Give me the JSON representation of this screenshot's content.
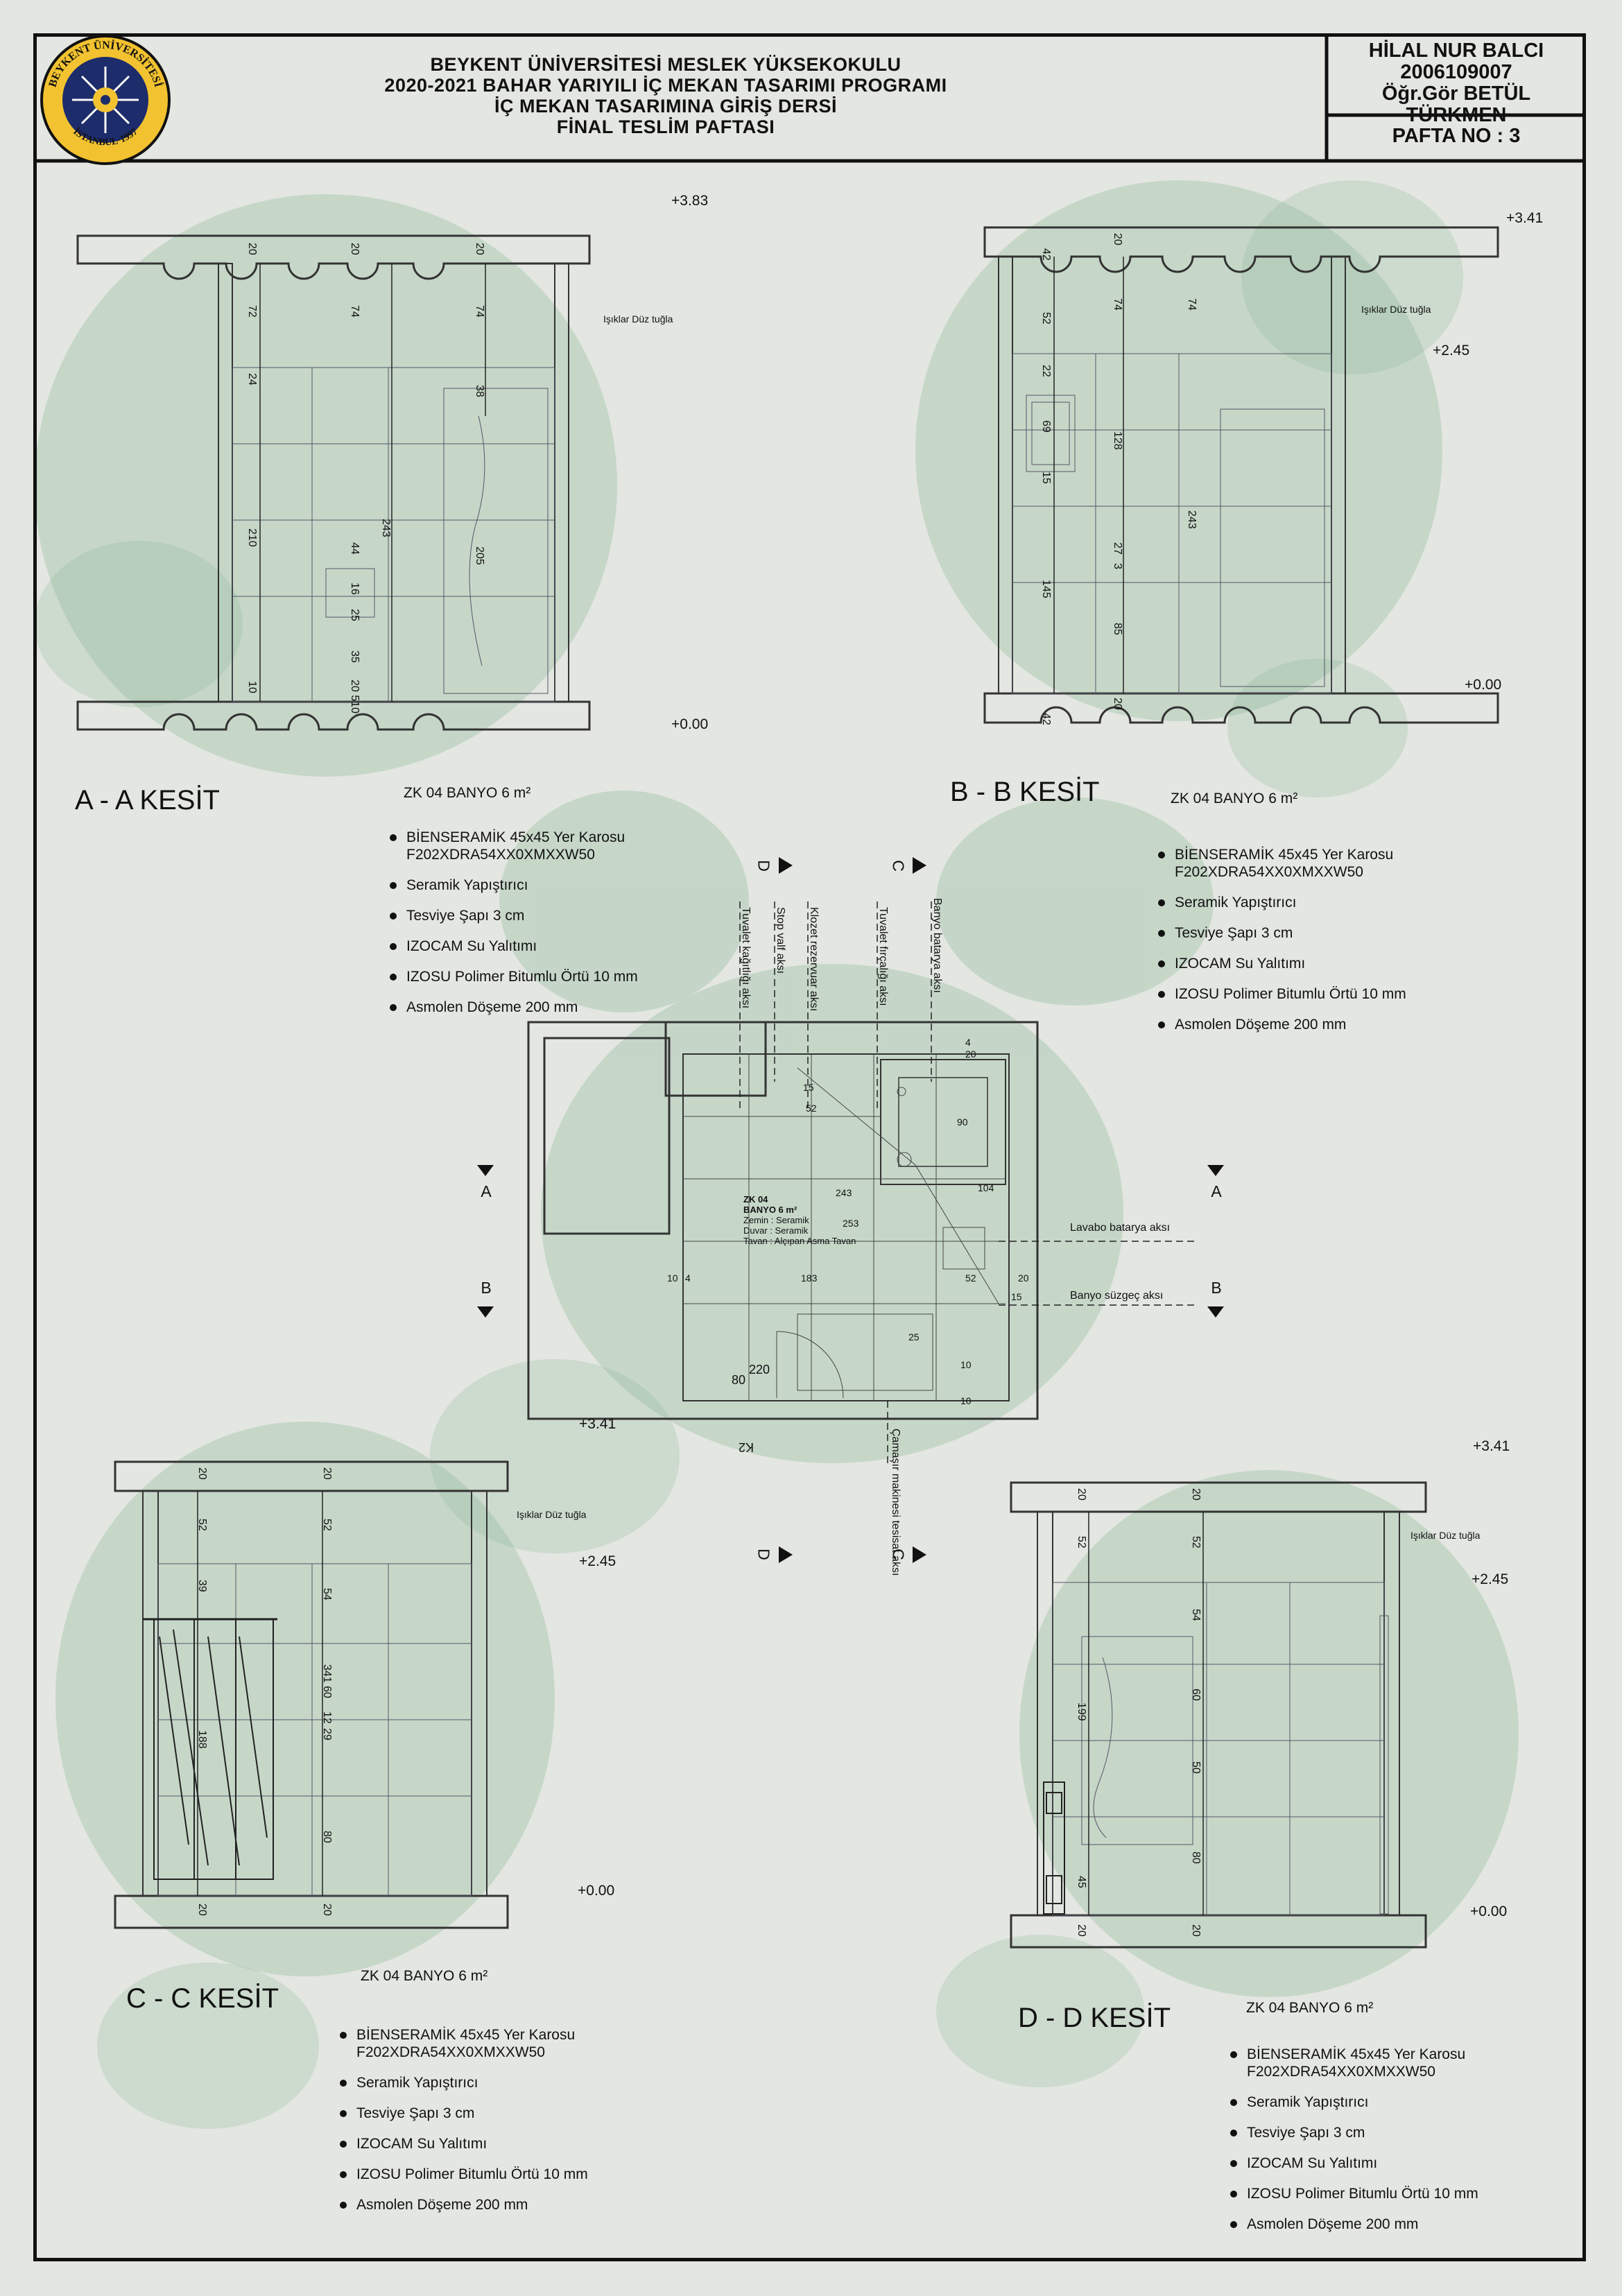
{
  "header": {
    "title_lines": [
      "BEYKENT ÜNİVERSİTESİ MESLEK YÜKSEKOKULU",
      "2020-2021 BAHAR YARIYILI İÇ MEKAN TASARIMI PROGRAMI",
      "İÇ MEKAN TASARIMINA GİRİŞ DERSİ",
      "FİNAL TESLİM PAFTASI"
    ],
    "logo_text": "BEYKENT ÜNİVERSİTESİ İSTANBUL·1997",
    "student_name": "HİLAL NUR BALCI",
    "student_no": "2006109007",
    "instructor": "Öğr.Gör BETÜL TÜRKMEN",
    "pafta": "PAFTA NO : 3"
  },
  "room_label": "ZK 04 BANYO 6 m²",
  "materials": [
    "BİENSERAMİK 45x45 Yer Karosu\nF202XDRA54XX0XMXXW50",
    "Seramik Yapıştırıcı",
    "Tesviye Şapı 3 cm",
    "IZOCAM Su Yalıtımı",
    "IZOSU Polimer Bitumlu Örtü 10 mm",
    "Asmolen Döşeme 200 mm"
  ],
  "sections": {
    "aa": {
      "title": "A - A KESİT",
      "top_level": "+3.83",
      "bottom_level": "+0.00",
      "brick_note": "Işıklar Düz tuğla",
      "dims": [
        "20",
        "20",
        "20",
        "72",
        "74",
        "74",
        "24",
        "38",
        "210",
        "243",
        "44",
        "205",
        "25",
        "16",
        "35",
        "10",
        "20 510"
      ]
    },
    "bb": {
      "title": "B - B KESİT",
      "top_level": "+3.41",
      "mid_level": "+2.45",
      "bottom_level": "+0.00",
      "brick_note": "Işıklar Düz tuğla",
      "dims": [
        "42",
        "20",
        "52",
        "74",
        "74",
        "22",
        "69",
        "128",
        "15",
        "243",
        "27",
        "3",
        "145",
        "85",
        "20",
        "42"
      ]
    },
    "cc": {
      "title": "C - C KESİT",
      "top_level": "+3.41",
      "mid_level": "+2.45",
      "bottom_level": "+0.00",
      "brick_note": "Işıklar Düz tuğla",
      "dims": [
        "20",
        "20",
        "52",
        "52",
        "39",
        "54",
        "341 60",
        "188",
        "12",
        "29",
        "80",
        "20",
        "20"
      ]
    },
    "dd": {
      "title": "D - D KESİT",
      "top_level": "+3.41",
      "mid_level": "+2.45",
      "bottom_level": "+0.00",
      "brick_note": "Işıklar Düz tuğla",
      "dims": [
        "20",
        "20",
        "52",
        "52",
        "54",
        "199",
        "60",
        "50",
        "80",
        "45",
        "20",
        "20"
      ]
    }
  },
  "plan": {
    "room_name": "ZK 04",
    "room_area": "BANYO 6 m²",
    "floor": "Zemin : Seramik",
    "wall": "Duvar : Seramik",
    "ceiling": "Tavan : Alçıpan Asma Tavan",
    "axes_vertical": [
      "Tuvalet kağıtlığı aksı",
      "Stop valf aksı",
      "Klozet rezervuar aksı",
      "Tuvalet fırçalığı aksı",
      "Banyo batarya aksı"
    ],
    "axes_horizontal": [
      "Lavabo batarya aksı",
      "Banyo süzgeç aksı"
    ],
    "bottom_axis": "Çamaşır makinesi tesisat aksı",
    "door_label": "K2",
    "dims": [
      "15",
      "52",
      "4",
      "20",
      "90",
      "253",
      "243",
      "104",
      "183",
      "10",
      "4",
      "52",
      "20",
      "15",
      "80",
      "220",
      "10",
      "10",
      "25"
    ],
    "markers": {
      "a": "A",
      "b": "B",
      "c": "C",
      "d": "D"
    },
    "level_left": "+3.41"
  }
}
